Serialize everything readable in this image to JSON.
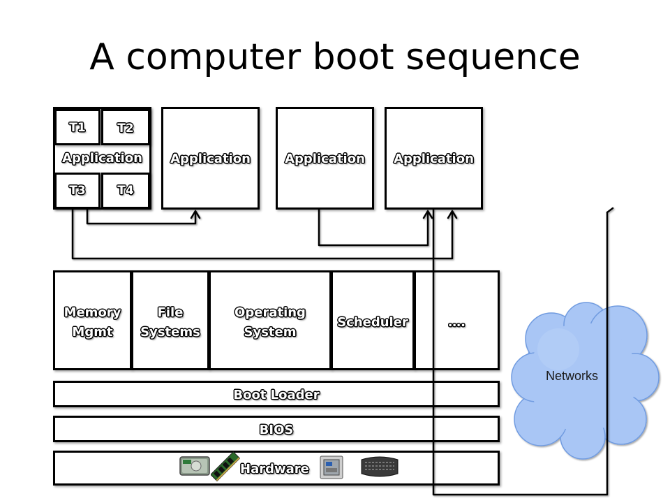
{
  "title": "A computer boot sequence",
  "process": {
    "threads": [
      "T1",
      "T2",
      "T3",
      "T4"
    ],
    "app_label": "Application"
  },
  "applications": [
    "Application",
    "Application",
    "Application"
  ],
  "os_modules": {
    "memory": [
      "Memory",
      "Mgmt"
    ],
    "fs": [
      "File",
      "Systems"
    ],
    "os": [
      "Operating",
      "System"
    ],
    "scheduler": "Scheduler",
    "more": "…."
  },
  "layers": {
    "bootloader": "Boot Loader",
    "bios": "BIOS",
    "hardware": "Hardware"
  },
  "network": "Networks",
  "hardware_icons": [
    "hard-drive-icon",
    "ram-module-icon",
    "cpu-chip-icon",
    "keyboard-icon"
  ],
  "colors": {
    "cloud_fill": "#a9c6f5",
    "cloud_stroke": "#6f9be0",
    "line": "#000000"
  }
}
